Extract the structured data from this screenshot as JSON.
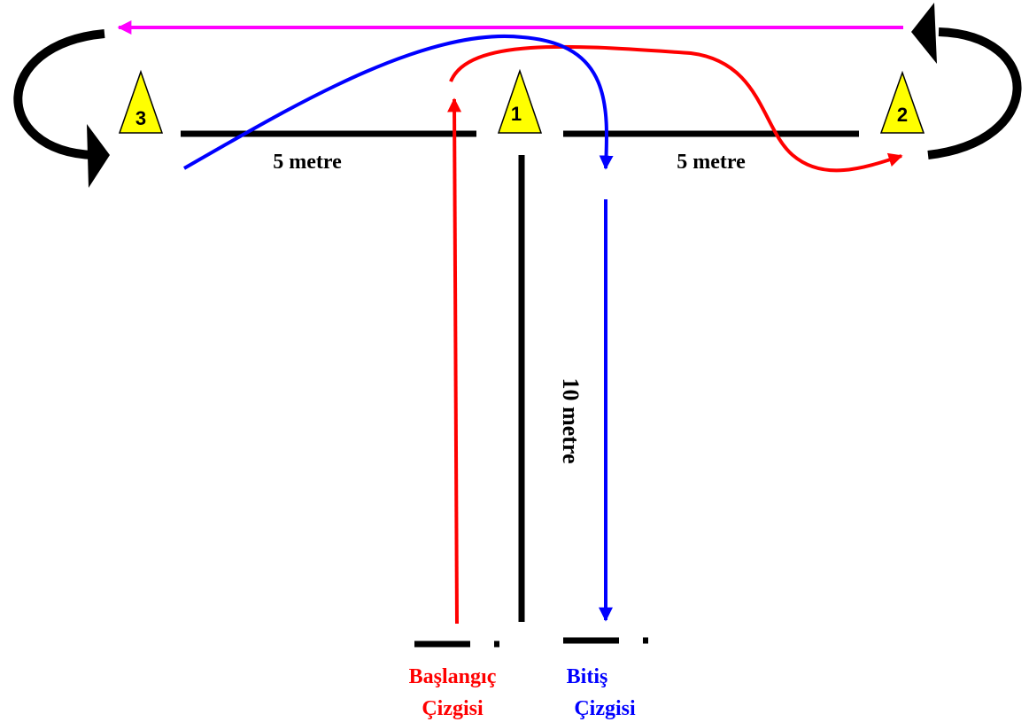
{
  "cones": [
    {
      "id": "cone-1",
      "number": "1"
    },
    {
      "id": "cone-2",
      "number": "2"
    },
    {
      "id": "cone-3",
      "number": "3"
    }
  ],
  "distances": {
    "left": "5 metre",
    "right": "5 metre",
    "vertical": "10 metre"
  },
  "start_line": {
    "line1": "Başlangıç",
    "line2": "Çizgisi"
  },
  "finish_line": {
    "line1": "Bitiş",
    "line2": "Çizgisi"
  },
  "colors": {
    "cone_fill": "#ffff00",
    "line": "#000000",
    "start_path": "#ff0000",
    "finish_path": "#0000ff",
    "return_path": "#ff00ff"
  }
}
